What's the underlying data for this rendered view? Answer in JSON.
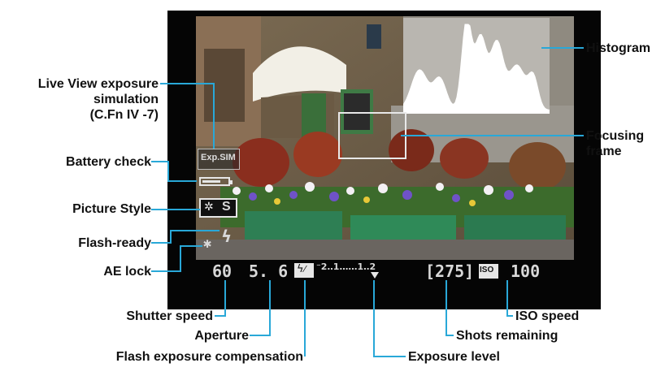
{
  "labels": {
    "histogram": "Histogram",
    "liveview_1": "Live View exposure",
    "liveview_2": "simulation",
    "liveview_3": "(C.Fn IV -7)",
    "focusing_1": "Focusing",
    "focusing_2": "frame",
    "battery": "Battery check",
    "picture_style": "Picture Style",
    "flash_ready": "Flash-ready",
    "ae_lock": "AE lock",
    "shutter_speed": "Shutter speed",
    "aperture": "Aperture",
    "flash_comp": "Flash exposure compensation",
    "exposure_level": "Exposure level",
    "shots_remaining": "Shots remaining",
    "iso_speed": "ISO speed"
  },
  "hud": {
    "expsim": "Exp.SIM",
    "picture_style_icon": "S",
    "shutter": "60",
    "aperture": "5. 6",
    "exposure_scale": "⁻2‥1‥‥‥1‥2",
    "shots": "[275]",
    "iso_icon": "ISO",
    "iso_value": "100"
  },
  "colors": {
    "callout_line": "#29a8d8",
    "screen_bg": "#050505",
    "hud_text": "#d8d8d8"
  },
  "icons": [
    "battery-icon",
    "picture-style-icon",
    "flash-icon",
    "ae-lock-icon",
    "flash-comp-icon",
    "iso-icon"
  ]
}
